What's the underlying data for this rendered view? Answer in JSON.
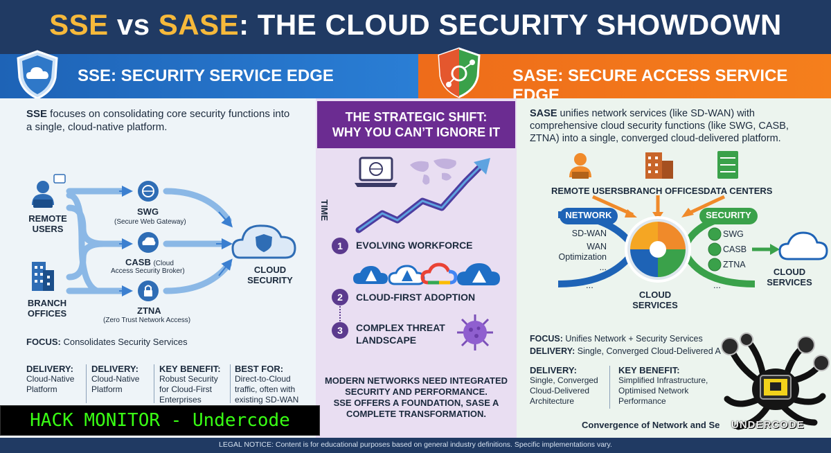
{
  "title": {
    "part1": "SSE",
    "vs": " vs ",
    "part2": "SASE",
    "rest": ": THE CLOUD SECURITY SHOWDOWN"
  },
  "sse": {
    "header": "SSE: SECURITY SERVICE EDGE",
    "intro_bold": "SSE",
    "intro_line1": " focuses on consolidating core security functions into",
    "intro_line2": "a single, cloud-native platform.",
    "sources": [
      {
        "label1": "REMOTE",
        "label2": "USERS"
      },
      {
        "label1": "BRANCH",
        "label2": "OFFICES"
      }
    ],
    "services": [
      {
        "name": "SWG",
        "desc": "(Secure Web Gateway)"
      },
      {
        "name": "CASB",
        "desc_inline": "(Cloud",
        "desc2": "Access Security Broker)"
      },
      {
        "name": "ZTNA",
        "desc": "(Zero Trust Network Access)"
      }
    ],
    "target1": "CLOUD",
    "target2": "SECURITY",
    "focus_label": "FOCUS:",
    "focus_text": " Consolidates Security Services",
    "columns": [
      {
        "head": "DELIVERY:",
        "lines": [
          "Cloud-Native",
          "Platform"
        ]
      },
      {
        "head": "DELIVERY:",
        "lines": [
          "Cloud-Native",
          "Platform"
        ]
      },
      {
        "head": "KEY BENEFIT:",
        "lines": [
          "Robust Security",
          "for Cloud-First",
          "Enterprises"
        ]
      },
      {
        "head": "BEST FOR:",
        "lines": [
          "Direct-to-Cloud",
          "traffic, often with",
          "existing SD-WAN"
        ]
      }
    ]
  },
  "middle": {
    "head1": "THE STRATEGIC SHIFT:",
    "head2": "WHY YOU CAN’T IGNORE IT",
    "axis": "TIME",
    "items": [
      {
        "num": "1",
        "l1": "EVOLVING WORKFORCE",
        "l2": ""
      },
      {
        "num": "2",
        "l1": "CLOUD-FIRST ADOPTION",
        "l2": ""
      },
      {
        "num": "3",
        "l1": "COMPLEX THREAT",
        "l2": "LANDSCAPE"
      }
    ],
    "summary": [
      "MODERN NETWORKS NEED INTEGRATED",
      "SECURITY AND PERFORMANCE.",
      "SSE OFFERS A FOUNDATION, SASE A",
      "COMPLETE TRANSFORMATION."
    ]
  },
  "sase": {
    "header": "SASE: SECURE ACCESS SERVICE EDGE",
    "intro_bold": "SASE",
    "intro_line1": " unifies network services (like SD-WAN) with",
    "intro_line2": "comprehensive cloud security functions (like SWG, CASB,",
    "intro_line3": "ZTNA) into a single, converged cloud-delivered platform.",
    "sources": [
      "REMOTE USERS",
      "BRANCH OFFICES",
      "DATA CENTERS"
    ],
    "network_tag": "NETWORK",
    "network_items": [
      "SD-WAN",
      "WAN",
      "Optimization",
      "...",
      "..."
    ],
    "security_tag": "SECURITY",
    "security_items": [
      "SWG",
      "CASB",
      "ZTNA",
      "..."
    ],
    "hub1": "CLOUD",
    "hub2": "SERVICES",
    "target1": "CLOUD",
    "target2": "SERVICES",
    "focus_label": "FOCUS:",
    "focus_text": " Unifies Network + Security Services",
    "delivery_label": "DELIVERY:",
    "delivery_text": " Single, Converged Cloud-Delivered A",
    "columns": [
      {
        "head": "DELIVERY:",
        "lines": [
          "Single, Converged",
          "Cloud-Delivered",
          "Architecture"
        ]
      },
      {
        "head": "KEY BENEFIT:",
        "lines": [
          "Simplified Infrastructure,",
          "Optimised Network",
          "Performance"
        ]
      }
    ],
    "convergence": "Convergence of Network and Se"
  },
  "badge": {
    "text": "HACK MONITOR - Undercode",
    "logo_text": "UNDERCODE"
  },
  "footer": "LEGAL NOTICE: Content is for educational purposes based on general industry definitions. Specific implementations vary.",
  "colors": {
    "navy": "#203a63",
    "blue": "#2a7ed5",
    "orange": "#f57f1c",
    "purple": "#6b2c91",
    "gold": "#f6b93b",
    "green": "#3aa14a"
  }
}
